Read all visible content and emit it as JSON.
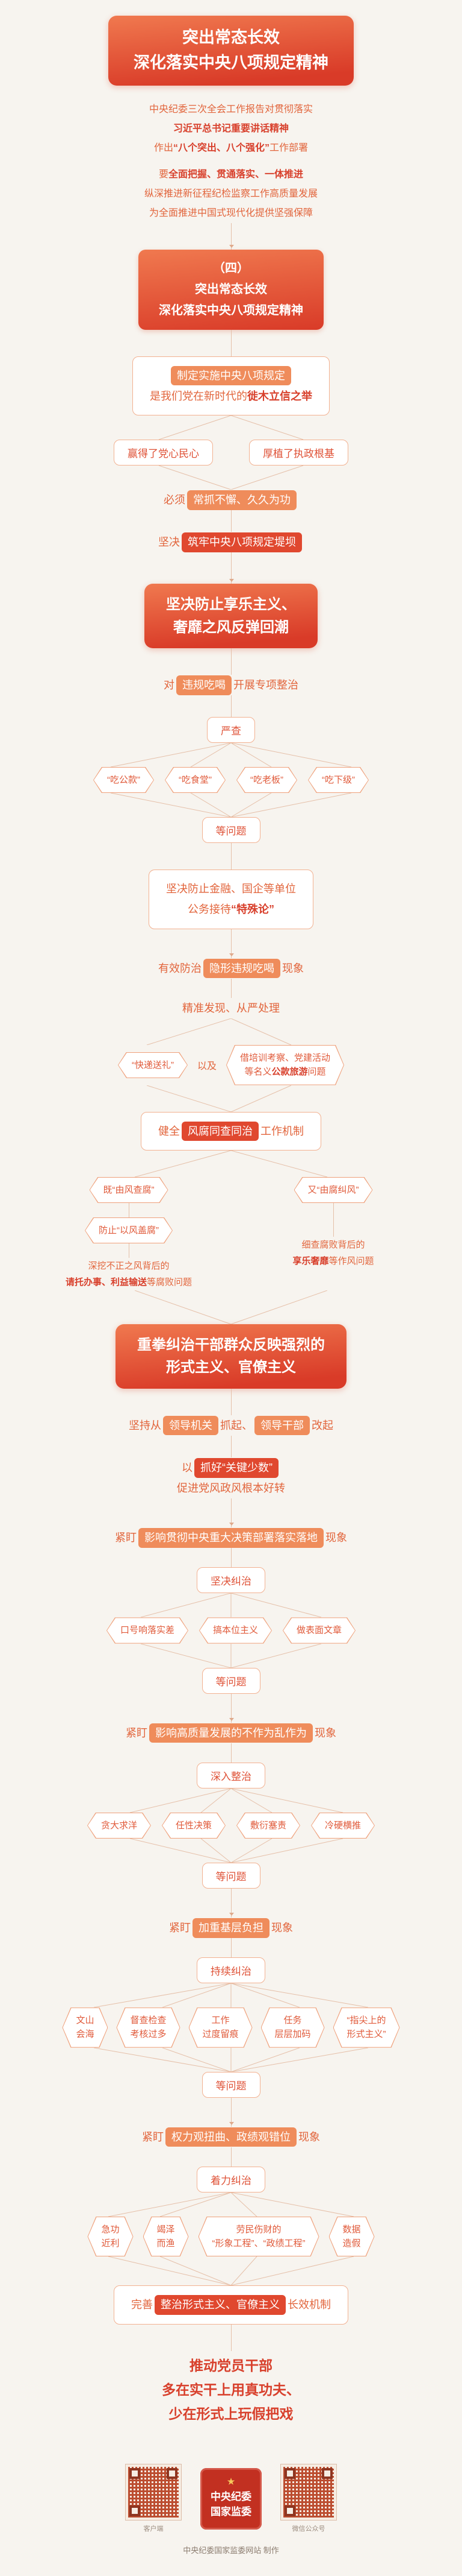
{
  "colors": {
    "bg": "#f7f4ef",
    "red": "#d8402c",
    "orange": "#e2653c",
    "chip_orange": "#ef8c5b",
    "chip_red": "#e0482f",
    "border": "#f2b191",
    "line": "#e5bfa8",
    "banner_light": "#f0794f",
    "banner_dark": "#d93b28"
  },
  "header": {
    "line1": "突出常态长效",
    "line2": "深化落实中央八项规定精神"
  },
  "intro": {
    "p1_l1": "中央纪委三次全会工作报告对贯彻落实",
    "p1_l2": "习近平总书记重要讲话精神",
    "p1_l3_pre": "作出",
    "p1_l3_em": "“八个突出、八个强化”",
    "p1_l3_post": "工作部署",
    "p2_l1_pre": "要",
    "p2_l1_em": "全面把握、贯通落实、一体推进",
    "p2_l2": "纵深推进新征程纪检监察工作高质量发展",
    "p2_l3": "为全面推进中国式现代化提供坚强保障"
  },
  "section_badge": {
    "num": "（四）",
    "line1": "突出常态长效",
    "line2": "深化落实中央八项规定精神"
  },
  "foundation": {
    "box1_hl": "制定实施中央八项规定",
    "box1_rest": "是我们党在新时代的",
    "box1_em": "徙木立信之举",
    "win1": "赢得了党心民心",
    "win2": "厚植了执政根基",
    "must_pre": "必须",
    "must_hl": "常抓不懈、久久为功",
    "firm_pre": "坚决",
    "firm_hl": "筑牢中央八项规定堤坝"
  },
  "part1": {
    "banner_l1": "坚决防止享乐主义、",
    "banner_l2": "奢靡之风反弹回潮",
    "item1_pre": "对",
    "item1_hl": "违规吃喝",
    "item1_post": "开展专项整治",
    "yancha": "严查",
    "eat": [
      "“吃公款”",
      "“吃食堂”",
      "“吃老板”",
      "“吃下级”"
    ],
    "wenti": "等问题",
    "finance_l1": "坚决防止金融、国企等单位",
    "finance_l2_pre": "公务接待",
    "finance_l2_em": "“特殊论”",
    "item2_pre": "有效防治",
    "item2_hl": "隐形违规吃喝",
    "item2_post": "现象",
    "item3": "精准发现、从严处理",
    "hex_kuaidi": "“快递送礼”",
    "yiji": "以及",
    "hex_lvyou_l1": "借培训考察、党建活动",
    "hex_lvyou_l2_pre": "等名义",
    "hex_lvyou_l2_em": "公款旅游",
    "hex_lvyou_l2_post": "问题",
    "mech_pre": "健全",
    "mech_hl": "风腐同查同治",
    "mech_post": "工作机制",
    "left_hex1": "既“由风查腐”",
    "left_hex2": "防止“以风盖腐”",
    "right_hex": "又“由腐纠风”",
    "left_txt_l1": "深挖不正之风背后的",
    "left_txt_l2_em": "请托办事、利益输送",
    "left_txt_l2_post": "等腐败问题",
    "right_txt_l1": "细查腐败背后的",
    "right_txt_l2_em": "享乐奢靡",
    "right_txt_l2_post": "等作风问题"
  },
  "part2": {
    "banner_l1": "重拳纠治干部群众反映强烈的",
    "banner_l2": "形式主义、官僚主义",
    "item1_pre": "坚持从",
    "item1_hl1": "领导机关",
    "item1_mid": "抓起、",
    "item1_hl2": "领导干部",
    "item1_post": "改起",
    "item2_pre": "以",
    "item2_hl": "抓好“关键少数”",
    "item2_l2": "促进党风政风根本好转",
    "watch1_pre": "紧盯",
    "watch1_em": "影响贯彻中央重大决策部署落实落地",
    "watch1_post": "现象",
    "action1": "坚决纠治",
    "group1": [
      "口号响落实差",
      "搞本位主义",
      "做表面文章"
    ],
    "wenti": "等问题",
    "watch2_pre": "紧盯",
    "watch2_em": "影响高质量发展的不作为乱作为",
    "watch2_post": "现象",
    "action2": "深入整治",
    "group2": [
      "贪大求洋",
      "任性决策",
      "敷衍塞责",
      "冷硬横推"
    ],
    "watch3_pre": "紧盯",
    "watch3_em": "加重基层负担",
    "watch3_post": "现象",
    "action3": "持续纠治",
    "group3": [
      {
        "l1": "文山",
        "l2": "会海"
      },
      {
        "l1": "督查检查",
        "l2": "考核过多"
      },
      {
        "l1": "工作",
        "l2": "过度留痕"
      },
      {
        "l1": "任务",
        "l2": "层层加码"
      },
      {
        "l1": "“指尖上的",
        "l2": "形式主义”"
      }
    ],
    "watch4_pre": "紧盯",
    "watch4_em": "权力观扭曲、政绩观错位",
    "watch4_post": "现象",
    "action4": "着力纠治",
    "group4": [
      {
        "l1": "急功",
        "l2": "近利"
      },
      {
        "l1": "竭泽",
        "l2": "而渔"
      },
      {
        "l1": "劳民伤财的",
        "l2": "“形象工程”、“政绩工程”"
      },
      {
        "l1": "数据",
        "l2": "造假"
      }
    ],
    "final_pre": "完善",
    "final_hl": "整治形式主义、官僚主义",
    "final_post": "长效机制",
    "concl_l1": "推动党员干部",
    "concl_l2": "多在实干上用真功夫、",
    "concl_l3": "少在形式上玩假把戏"
  },
  "footer": {
    "logo_line1": "中央纪委",
    "logo_line2": "国家监委",
    "qr_left_label": "客户端",
    "qr_right_label": "微信公众号",
    "credit": "中央纪委国家监委网站 制作"
  }
}
